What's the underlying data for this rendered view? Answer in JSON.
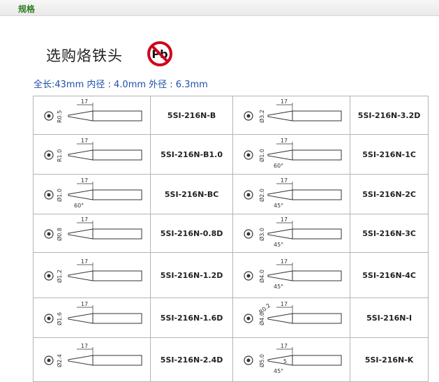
{
  "header": {
    "section_label": "规格"
  },
  "title": "选购烙铁头",
  "spec_line": "全长:43mm  内径 : 4.0mm  外径 : 6.3mm",
  "left_column": [
    {
      "model": "5SI-216N-B",
      "top_dim": "17",
      "side_dim": "R0.5"
    },
    {
      "model": "5SI-216N-B1.0",
      "top_dim": "17",
      "side_dim": "R1.0"
    },
    {
      "model": "5SI-216N-BC",
      "top_dim": "17",
      "side_dim": "Ø1.0",
      "angle": "60°"
    },
    {
      "model": "5SI-216N-0.8D",
      "top_dim": "17",
      "side_dim": "Ø0.8"
    },
    {
      "model": "5SI-216N-1.2D",
      "top_dim": "17",
      "side_dim": "Ø1.2"
    },
    {
      "model": "5SI-216N-1.6D",
      "top_dim": "17",
      "side_dim": "Ø1.6"
    },
    {
      "model": "5SI-216N-2.4D",
      "top_dim": "17",
      "side_dim": "Ø2.4"
    }
  ],
  "right_column": [
    {
      "model": "5SI-216N-3.2D",
      "top_dim": "17",
      "side_dim": "Ø3.2"
    },
    {
      "model": "5SI-216N-1C",
      "top_dim": "17",
      "side_dim": "Ø1.0",
      "angle": "60°"
    },
    {
      "model": "5SI-216N-2C",
      "top_dim": "17",
      "side_dim": "Ø2.0",
      "angle": "45°"
    },
    {
      "model": "5SI-216N-3C",
      "top_dim": "17",
      "side_dim": "Ø3.0",
      "angle": "45°"
    },
    {
      "model": "5SI-216N-4C",
      "top_dim": "17",
      "side_dim": "Ø4.0",
      "angle": "45°"
    },
    {
      "model": "5SI-216N-I",
      "top_dim": "17",
      "side_dim": "Ø4.0",
      "radius": "R0.2"
    },
    {
      "model": "5SI-216N-K",
      "top_dim": "17",
      "side_dim": "Ø5.0",
      "angle": "45°",
      "inner_dim": "5"
    }
  ],
  "colors": {
    "section_label": "#2d7d1e",
    "spec_text": "#1f4fa8",
    "pb_ring": "#d0021b"
  },
  "icons": {
    "lead_free": "no-pb-icon"
  }
}
